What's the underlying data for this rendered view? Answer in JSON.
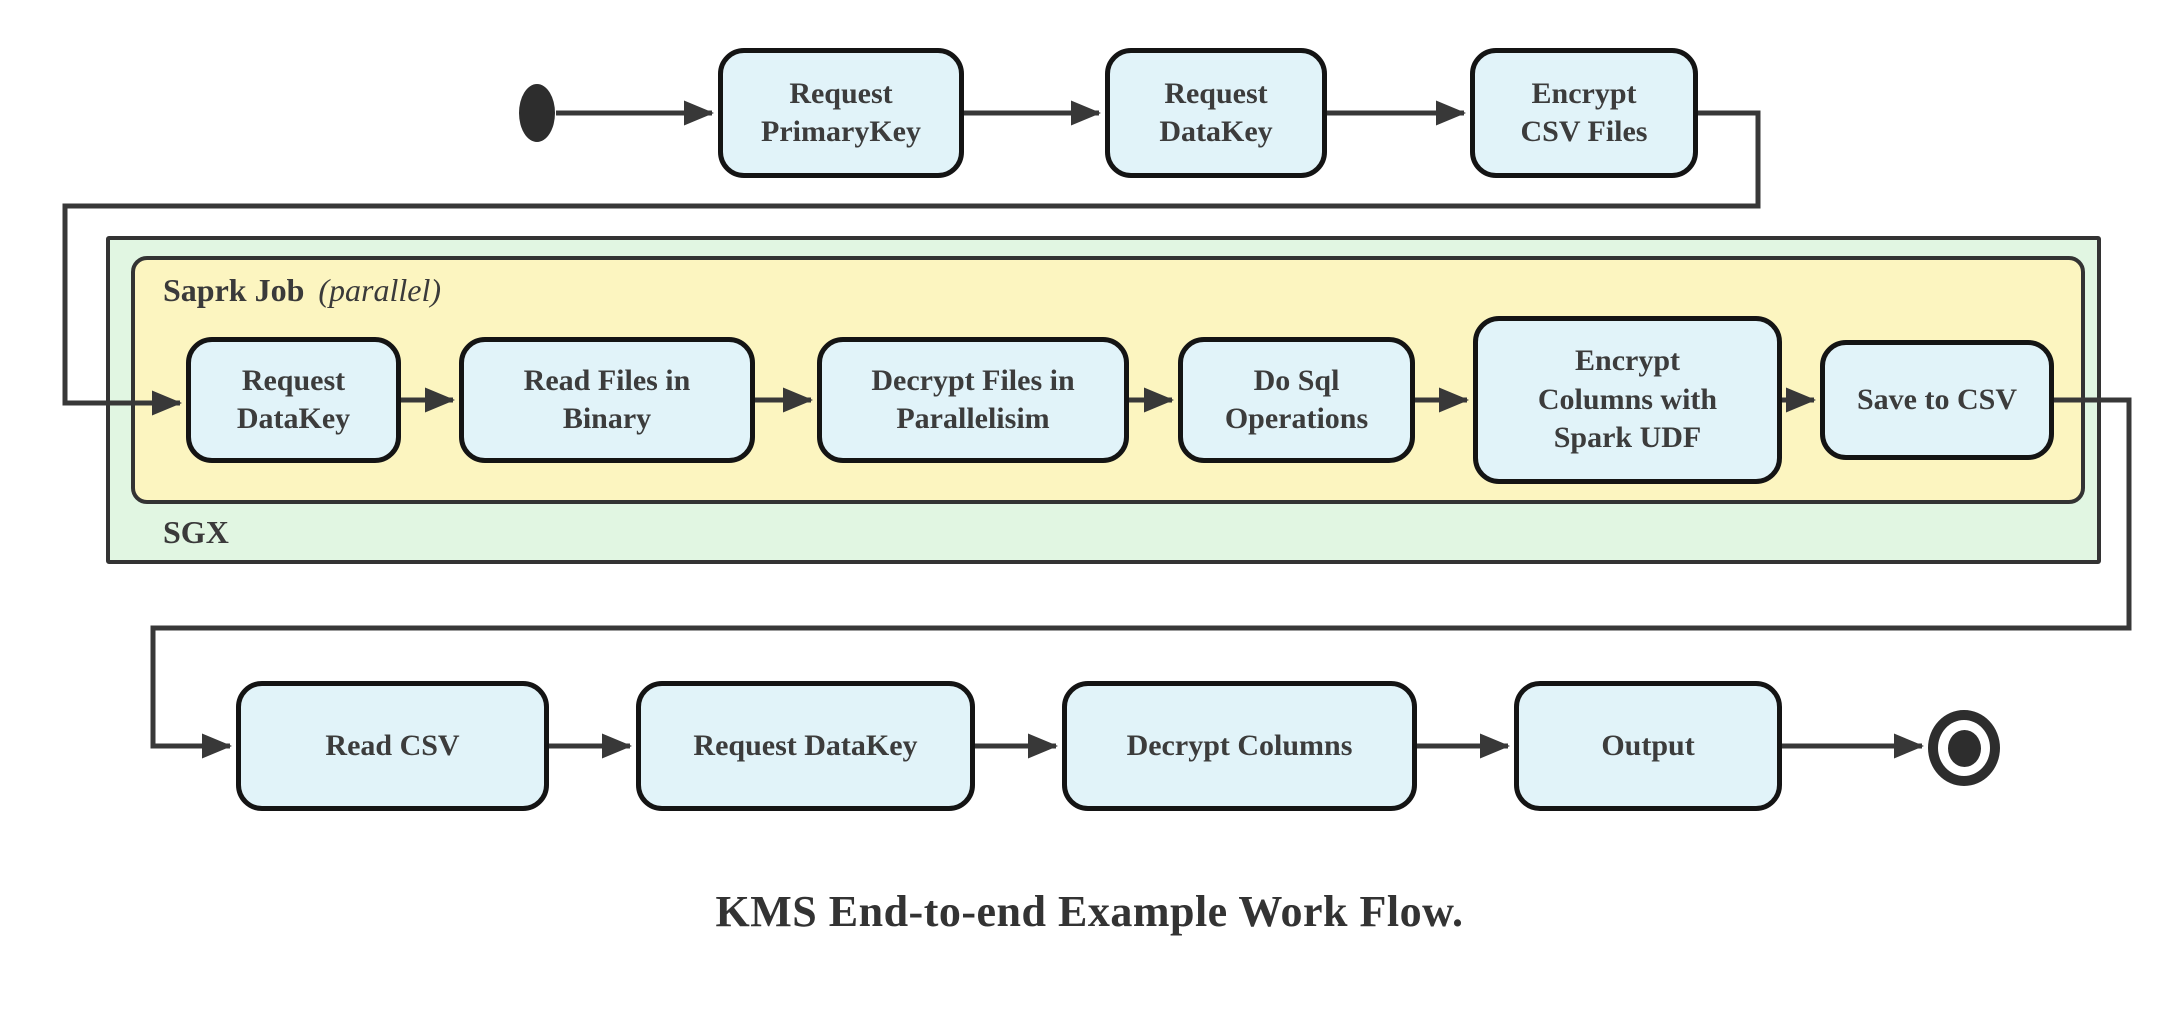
{
  "diagram": {
    "type": "activity-flowchart",
    "title": "KMS End-to-end Example Work Flow.",
    "containers": {
      "sgx": {
        "label": "SGX"
      },
      "spark_job": {
        "label": "Saprk Job",
        "qualifier": "(parallel)"
      }
    },
    "nodes": {
      "request_primarykey": "Request\nPrimaryKey",
      "request_datakey_top": "Request\nDataKey",
      "encrypt_csv_files": "Encrypt\nCSV Files",
      "sgx_request_datakey": "Request\nDataKey",
      "read_files_in_binary": "Read Files in\nBinary",
      "decrypt_files_in_parallelisim": "Decrypt Files in\nParallelisim",
      "do_sql_operations": "Do Sql\nOperations",
      "encrypt_columns_with_spark_udf": "Encrypt\nColumns with\nSpark UDF",
      "save_to_csv": "Save to CSV",
      "read_csv": "Read CSV",
      "request_datakey_bottom": "Request DataKey",
      "decrypt_columns": "Decrypt Columns",
      "output": "Output"
    },
    "flow": {
      "start_symbol": "initial-node-filled-circle",
      "end_symbol": "final-node-bullseye-circle",
      "edges": [
        {
          "from": "start",
          "to": "request_primarykey"
        },
        {
          "from": "request_primarykey",
          "to": "request_datakey_top"
        },
        {
          "from": "request_datakey_top",
          "to": "encrypt_csv_files"
        },
        {
          "from": "encrypt_csv_files",
          "to": "sgx_request_datakey"
        },
        {
          "from": "sgx_request_datakey",
          "to": "read_files_in_binary"
        },
        {
          "from": "read_files_in_binary",
          "to": "decrypt_files_in_parallelisim"
        },
        {
          "from": "decrypt_files_in_parallelisim",
          "to": "do_sql_operations"
        },
        {
          "from": "do_sql_operations",
          "to": "encrypt_columns_with_spark_udf"
        },
        {
          "from": "encrypt_columns_with_spark_udf",
          "to": "save_to_csv"
        },
        {
          "from": "save_to_csv",
          "to": "read_csv"
        },
        {
          "from": "read_csv",
          "to": "request_datakey_bottom"
        },
        {
          "from": "request_datakey_bottom",
          "to": "decrypt_columns"
        },
        {
          "from": "decrypt_columns",
          "to": "output"
        },
        {
          "from": "output",
          "to": "end"
        }
      ]
    },
    "colors": {
      "node_fill": "#e1f3f9",
      "node_border": "#141414",
      "spark_container_fill": "#fcf5c0",
      "sgx_container_fill": "#e1f6e2",
      "container_border": "#333333",
      "connector": "#383838",
      "text": "#3a3a3a"
    }
  }
}
